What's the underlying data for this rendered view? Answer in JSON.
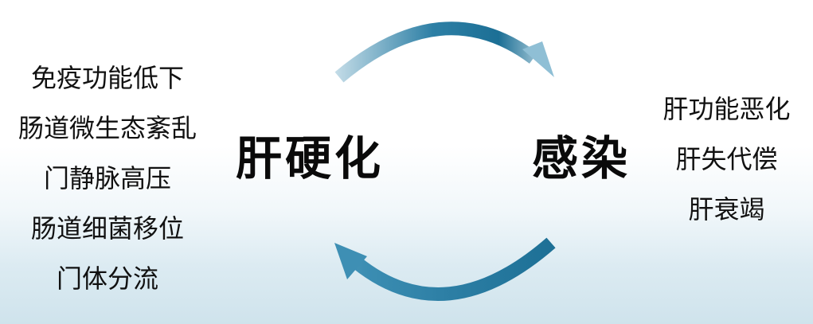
{
  "left_factors": [
    "免疫功能低下",
    "肠道微生态紊乱",
    "门静脉高压",
    "肠道细菌移位",
    "门体分流"
  ],
  "node_left": "肝硬化",
  "node_right": "感染",
  "right_outcomes": [
    "肝功能恶化",
    "肝失代偿",
    "肝衰竭"
  ],
  "colors": {
    "arrow_dark": "#1c6f95",
    "arrow_light": "#b8d6e4",
    "text": "#111111"
  }
}
